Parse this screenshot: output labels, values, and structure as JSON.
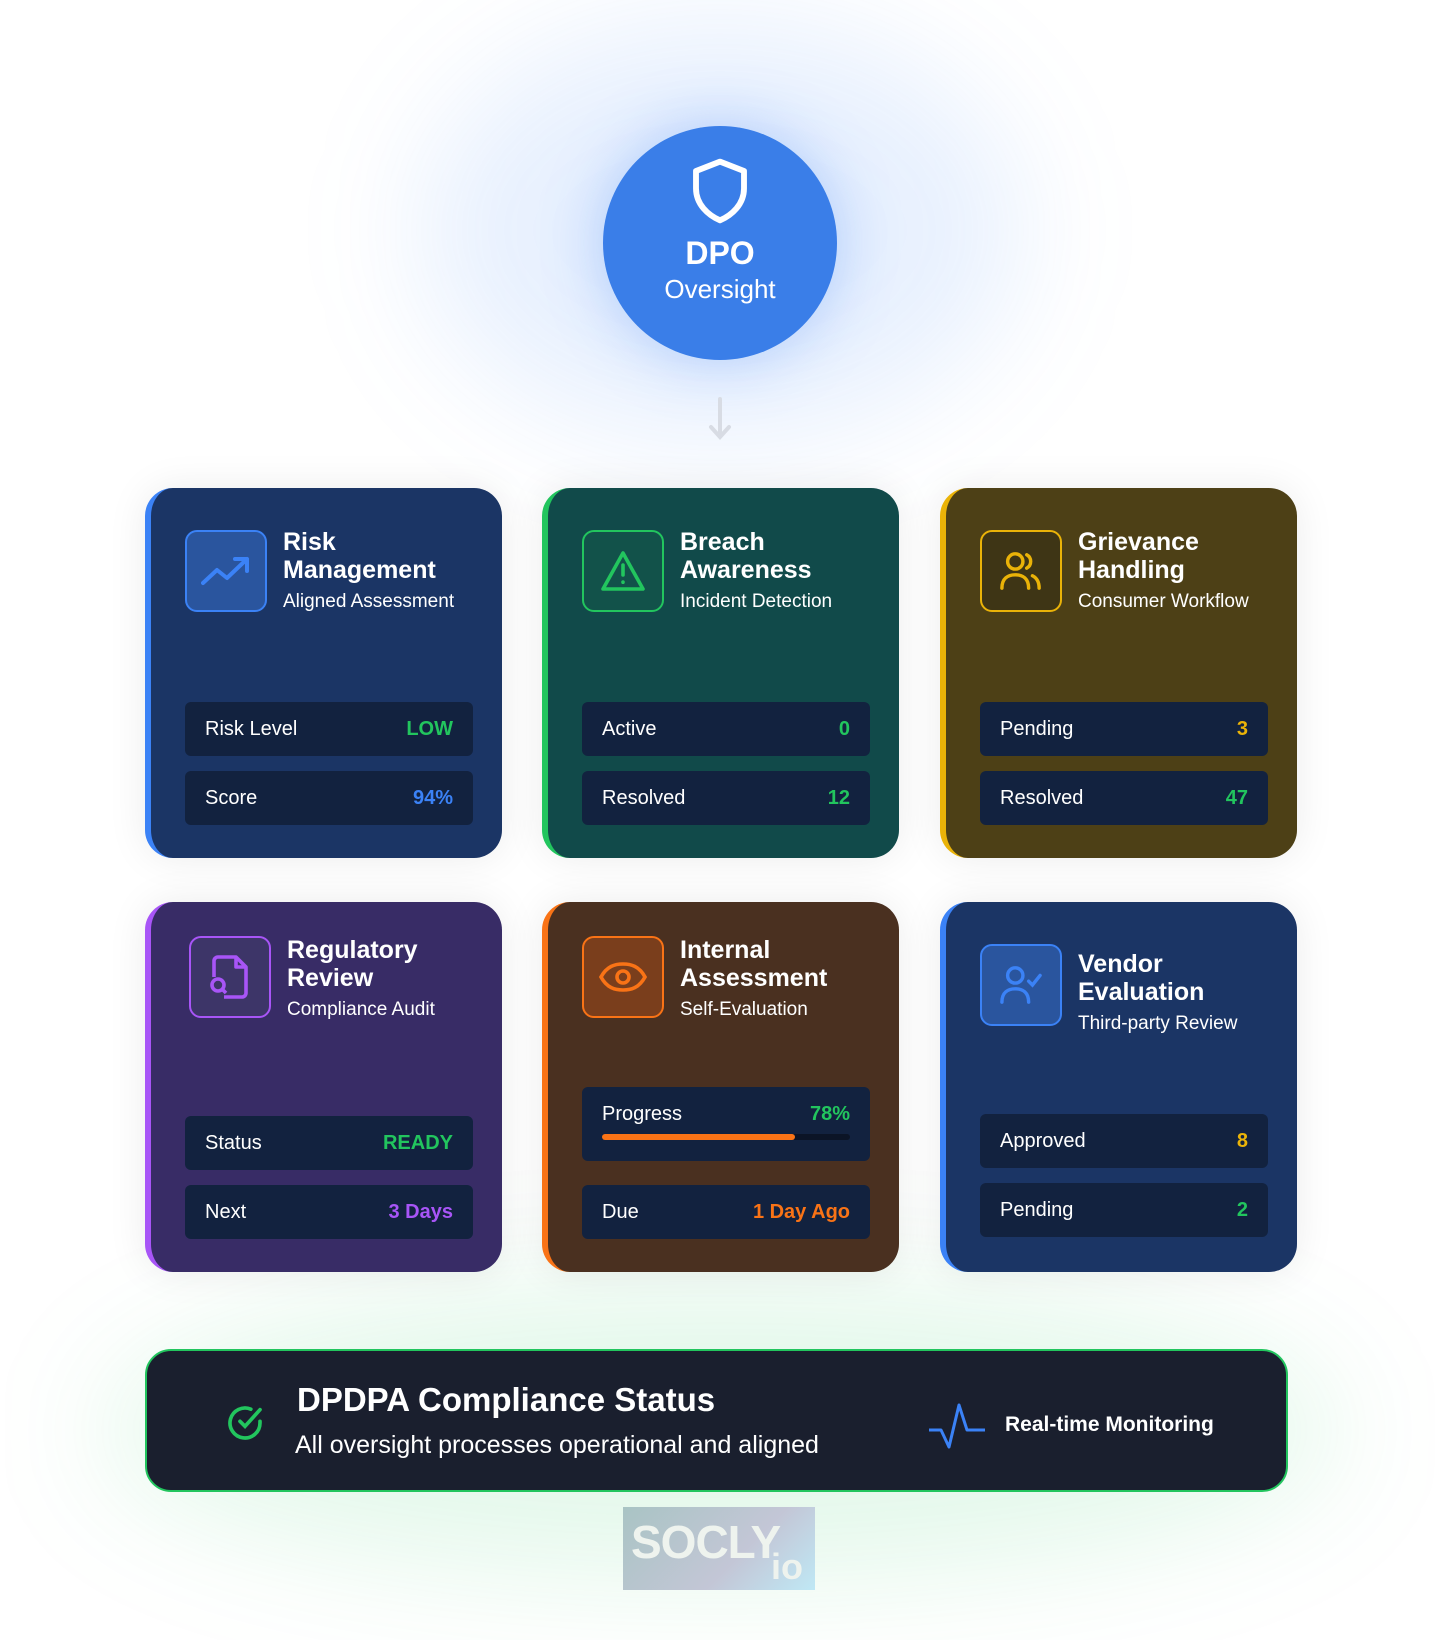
{
  "hub": {
    "title": "DPO",
    "subtitle": "Oversight"
  },
  "cards": [
    {
      "title": "Risk Management",
      "subtitle": "Aligned Assessment",
      "rows": [
        {
          "label": "Risk Level",
          "value": "LOW"
        },
        {
          "label": "Score",
          "value": "94%"
        }
      ]
    },
    {
      "title": "Breach Awareness",
      "subtitle": "Incident Detection",
      "rows": [
        {
          "label": "Active",
          "value": "0"
        },
        {
          "label": "Resolved",
          "value": "12"
        }
      ]
    },
    {
      "title": "Grievance Handling",
      "subtitle": "Consumer Workflow",
      "rows": [
        {
          "label": "Pending",
          "value": "3"
        },
        {
          "label": "Resolved",
          "value": "47"
        }
      ]
    },
    {
      "title": "Regulatory Review",
      "subtitle": "Compliance Audit",
      "rows": [
        {
          "label": "Status",
          "value": "READY"
        },
        {
          "label": "Next",
          "value": "3 Days"
        }
      ]
    },
    {
      "title": "Internal Assessment",
      "subtitle": "Self-Evaluation",
      "rows": [
        {
          "label": "Progress",
          "value": "78%",
          "progress": 0.78
        },
        {
          "label": "Due",
          "value": "1 Day Ago"
        }
      ]
    },
    {
      "title": "Vendor Evaluation",
      "subtitle": "Third-party Review",
      "rows": [
        {
          "label": "Approved",
          "value": "8"
        },
        {
          "label": "Pending",
          "value": "2"
        }
      ]
    }
  ],
  "banner": {
    "title": "DPDPA Compliance Status",
    "subtitle": "All oversight processes operational and aligned",
    "monitor": "Real-time Monitoring"
  },
  "logo": {
    "text": "SOCLY",
    "suffix": "io"
  }
}
